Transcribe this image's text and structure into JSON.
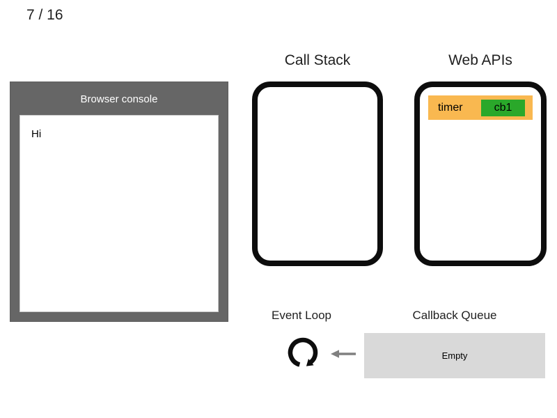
{
  "slide": {
    "counter": "7 / 16"
  },
  "console": {
    "title": "Browser console",
    "lines": [
      "Hi"
    ]
  },
  "call_stack": {
    "title": "Call Stack",
    "frames": []
  },
  "web_apis": {
    "title": "Web APIs",
    "items": [
      {
        "label": "timer",
        "callback": "cb1"
      }
    ]
  },
  "event_loop": {
    "title": "Event Loop",
    "icon": "clockwise-loop-arrow"
  },
  "callback_queue": {
    "title": "Callback Queue",
    "status": "Empty",
    "items": []
  },
  "icons": {
    "event_loop": "circular-clockwise-arrow-icon",
    "queue_to_loop": "left-arrow-icon"
  },
  "colors": {
    "console_frame_gray": "#666666",
    "console_text": "#ffffff",
    "box_border_black": "#0d0d0d",
    "api_item_orange": "#f9b850",
    "callback_green": "#2aa82a",
    "queue_gray": "#d9d9d9",
    "arrow_gray": "#808080",
    "text_dark": "#1f1f1f"
  }
}
